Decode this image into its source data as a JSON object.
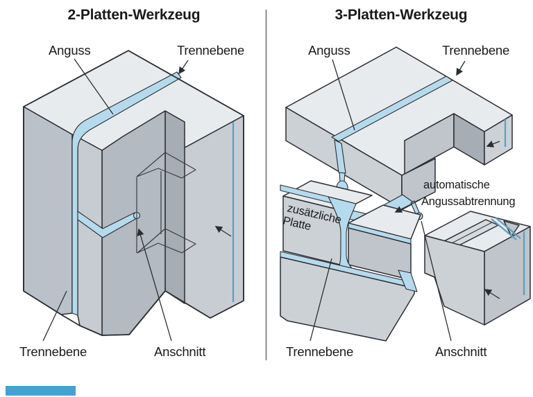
{
  "page": {
    "background": "#ffffff"
  },
  "divider": {
    "color": "#6f7276"
  },
  "palette": {
    "face_top": "#e7ebee",
    "face_light": "#ccd1d6",
    "face_mid": "#bfc5cb",
    "face_dark": "#a6adb5",
    "groove": "#d6dbdf",
    "blue_fill": "#b5daee",
    "blue_line": "#5f9cc2",
    "ink": "#2b2d30",
    "accent_bar": "#44a1d6"
  },
  "left_figure": {
    "title": "2-Platten-Werkzeug",
    "labels": {
      "anguss": "Anguss",
      "trennebene_top": "Trennebene",
      "trennebene_bottom": "Trennebene",
      "anschnitt": "Anschnitt"
    }
  },
  "right_figure": {
    "title": "3-Platten-Werkzeug",
    "labels": {
      "anguss": "Anguss",
      "trennebene_top": "Trennebene",
      "auto_line1": "automatische",
      "auto_line2": "Angussabtrennung",
      "zusatz_line1": "zusätzliche",
      "zusatz_line2": "Platte",
      "trennebene_bottom": "Trennebene",
      "anschnitt": "Anschnitt"
    }
  }
}
